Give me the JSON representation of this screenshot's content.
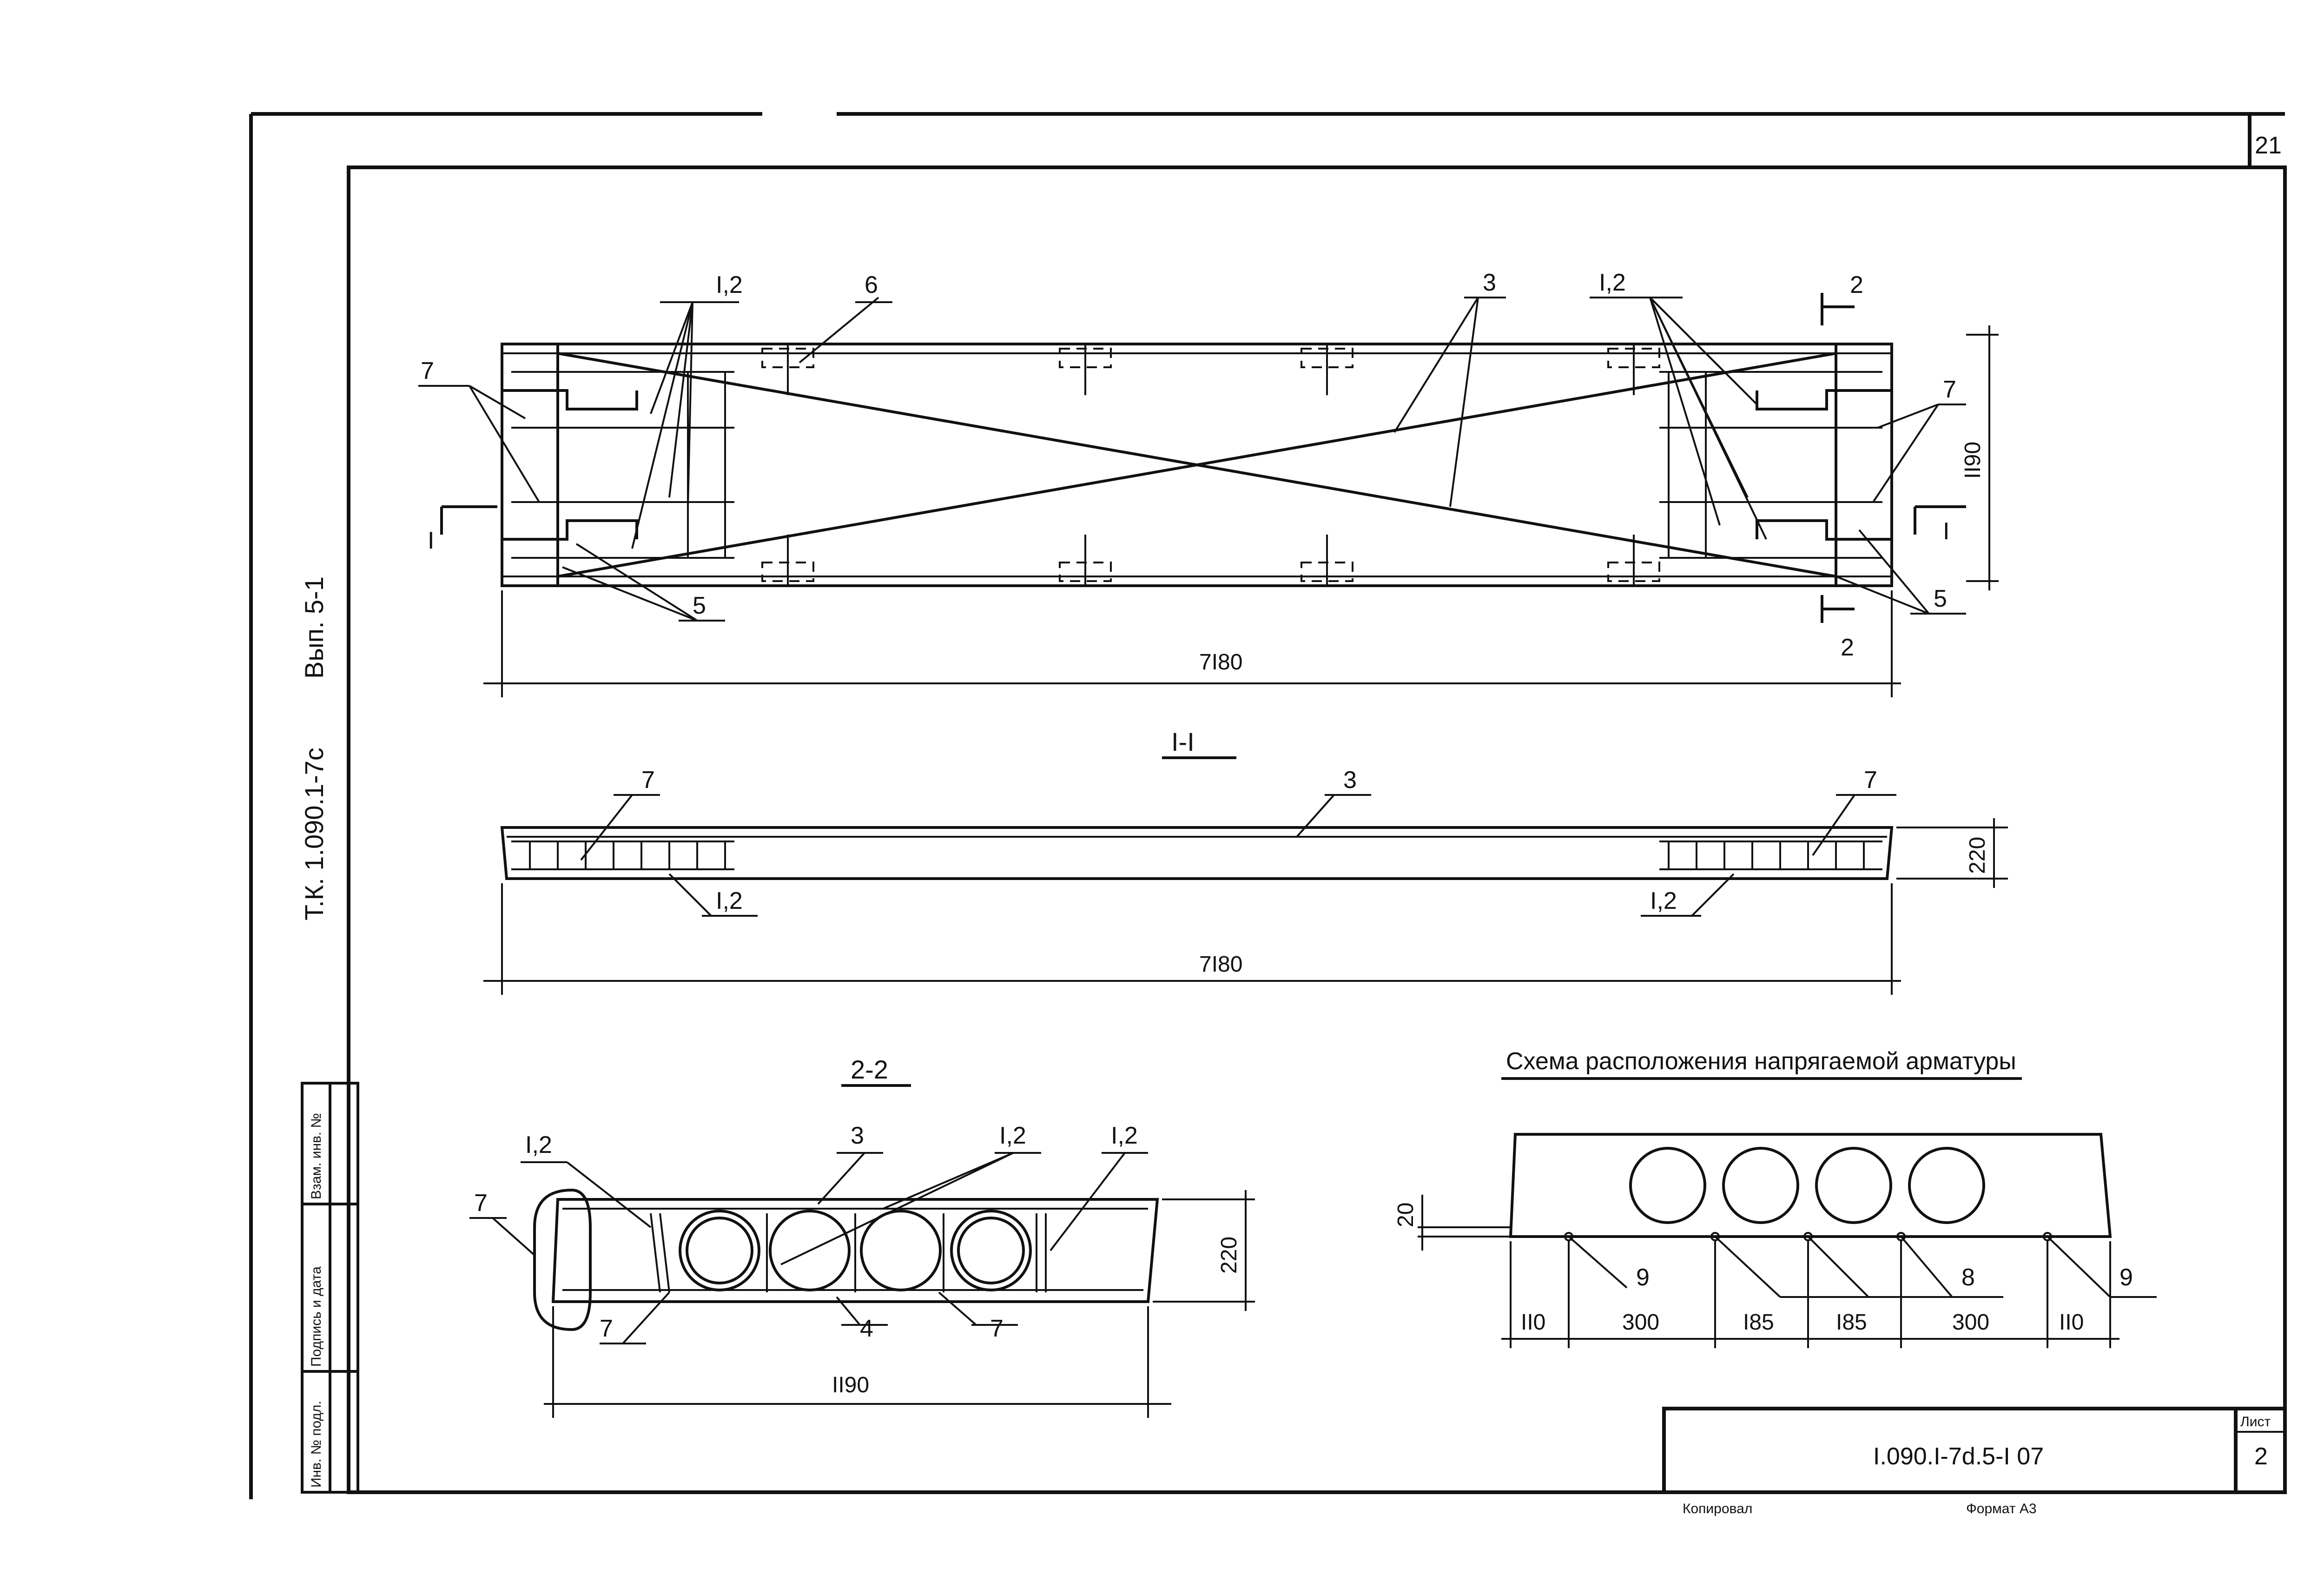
{
  "sheet": {
    "page_number": "21",
    "side_stamp": "Т.К. 1.090.1-7с",
    "side_stamp_2": "Вып. 5-1",
    "side_table": [
      "Инв. № подл.",
      "Подпись и дата",
      "Взам. инв. №"
    ],
    "title_block": {
      "code": "I.090.I-7d.5-I 07",
      "sheet_label": "Лист",
      "sheet_number": "2",
      "copied": "Копировал",
      "format": "Формат А3"
    }
  },
  "plan": {
    "length": "7I80",
    "width": "II90",
    "label_12_left": "I,2",
    "label_12_right": "I,2",
    "label_6": "6",
    "label_3": "3",
    "label_7_left": "7",
    "label_7_right": "7",
    "label_5_left": "5",
    "label_5_right": "5",
    "cut_I_left": "I",
    "cut_I_right": "I",
    "cut_2_top": "2",
    "cut_2_bottom": "2"
  },
  "section_1": {
    "title": "I-I",
    "length": "7I80",
    "height": "220",
    "label_3": "3",
    "label_7_left": "7",
    "label_7_right": "7",
    "label_12_left": "I,2",
    "label_12_right": "I,2"
  },
  "section_2": {
    "title": "2-2",
    "width": "II90",
    "height": "220",
    "label_12_left": "I,2",
    "label_3": "3",
    "label_12_mid": "I,2",
    "label_12_right": "I,2",
    "label_7_outer": "7",
    "label_7_bl": "7",
    "label_4": "4",
    "label_7_br": "7"
  },
  "scheme": {
    "title": "Схема расположения напрягаемой арматуры",
    "offset": "20",
    "spacings": [
      "II0",
      "300",
      "I85",
      "I85",
      "300",
      "II0"
    ],
    "label_9_left": "9",
    "label_8": "8",
    "label_9_right": "9"
  }
}
